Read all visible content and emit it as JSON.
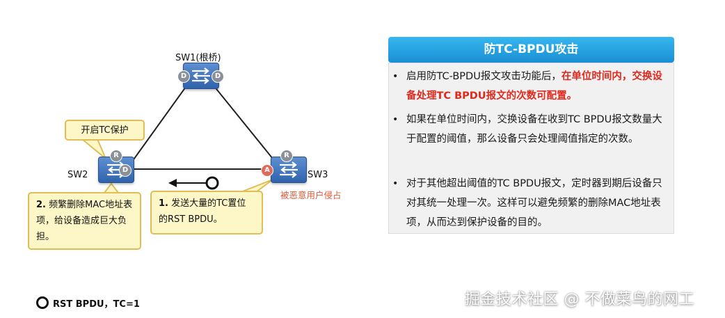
{
  "diagram": {
    "switches": {
      "sw1": {
        "label": "SW1(根桥)",
        "ports": [
          "D",
          "D"
        ]
      },
      "sw2": {
        "label": "SW2",
        "ports": [
          "R",
          "D"
        ]
      },
      "sw3": {
        "label": "SW3",
        "ports": [
          "R",
          "A"
        ]
      }
    },
    "attacker_note": "被恶意用户侵占",
    "callouts": {
      "tc_protect": "开启TC保护",
      "flush": {
        "num": "2.",
        "text": "频繁删除MAC地址表项，给设备造成巨大负担。"
      },
      "send": {
        "num": "1.",
        "text": "发送大量的TC置位的RST BPDU。"
      }
    },
    "legend": "RST BPDU，TC=1",
    "colors": {
      "link": "#222222",
      "callout_border": "#e1bd56",
      "callout_fill": "#fdf6c6",
      "switch_blue": "#3a6fb8",
      "attacker_port": "#e06a5a"
    }
  },
  "panel": {
    "title": "防TC-BPDU攻击",
    "bullets": [
      {
        "text": "启用防TC-BPDU报文攻击功能后，",
        "highlight": "在单位时间内，交换设备处理TC BPDU报文的次数可配置。"
      },
      {
        "text": "如果在单位时间内，交换设备在收到TC BPDU报文数量大于配置的阈值，那么设备只会处理阈值指定的次数。",
        "highlight": ""
      },
      {
        "text": "对于其他超出阈值的TC BPDU报文，定时器到期后设备只对其统一处理一次。这样可以避免频繁的删除MAC地址表项，从而达到保护设备的目的。",
        "highlight": ""
      }
    ],
    "colors": {
      "header": "#1fa3e3",
      "highlight": "#e02a1f",
      "body_bg": "#f1f1f1"
    }
  },
  "watermark": "掘金技术社区 @ 不做菜鸟的网工"
}
